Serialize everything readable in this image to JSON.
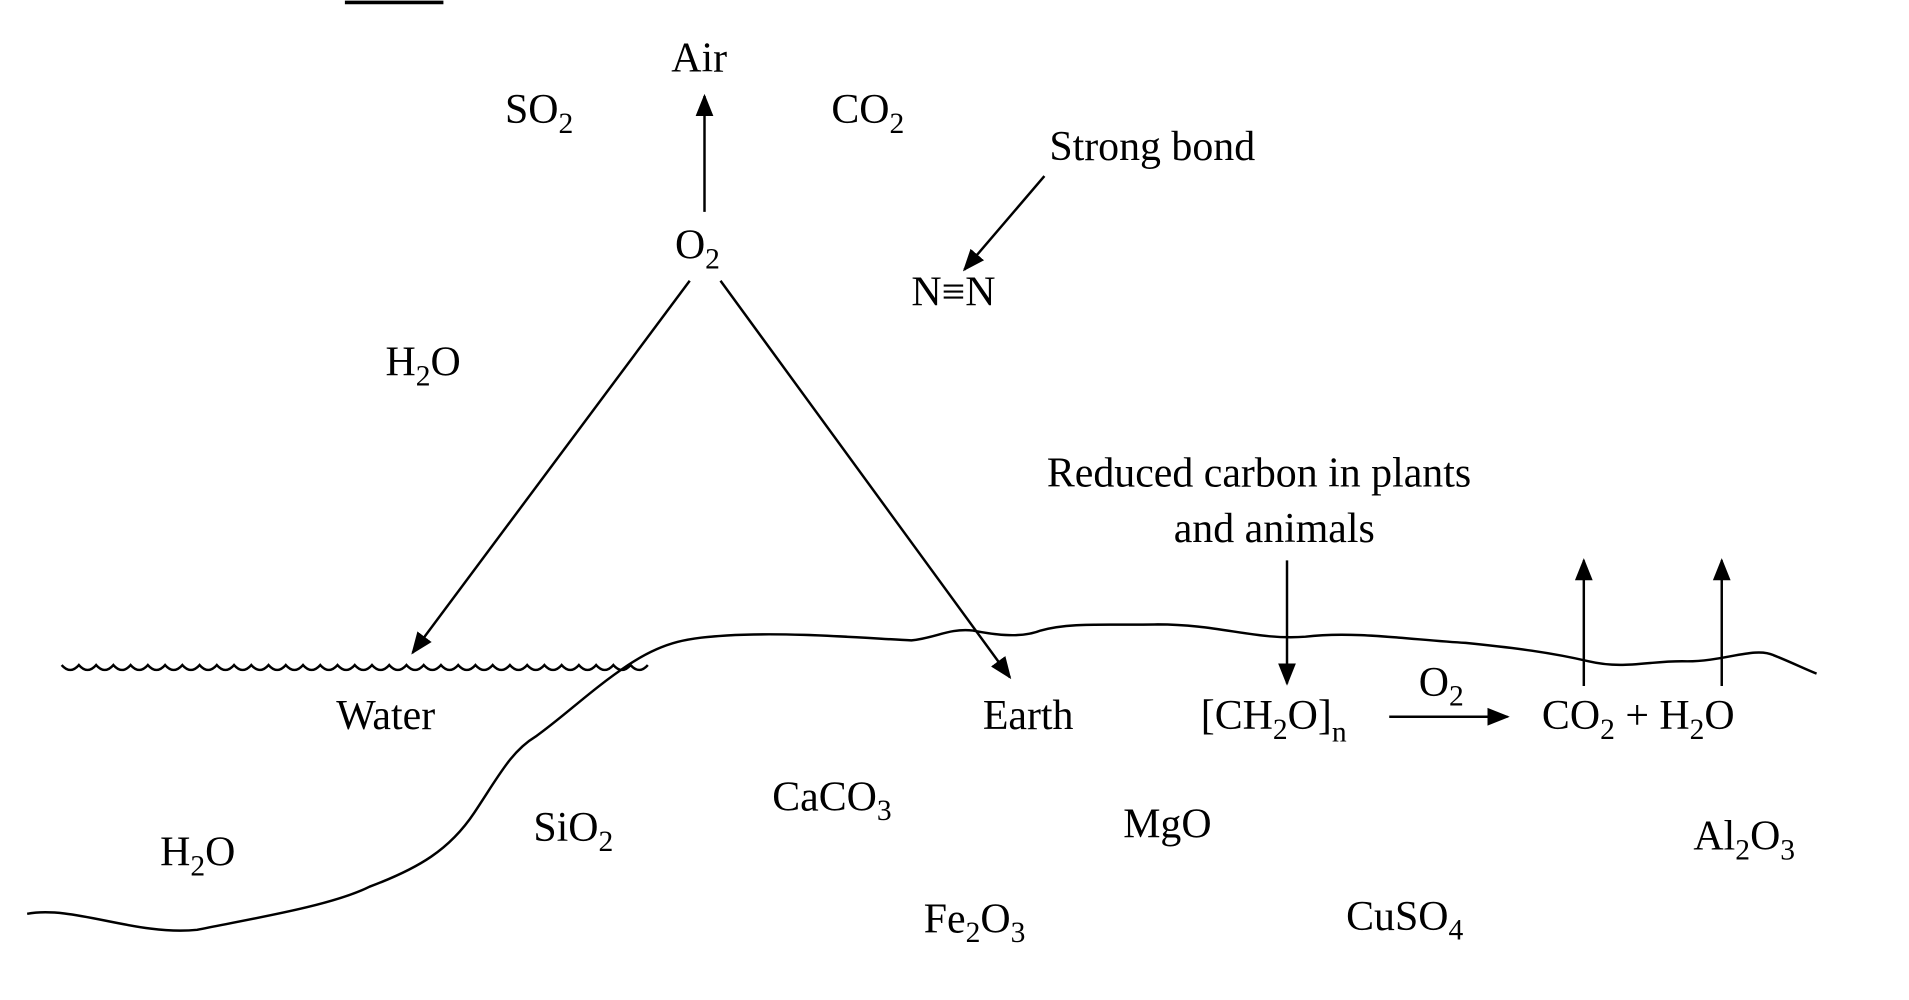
{
  "labels": {
    "air": "Air",
    "so2": {
      "main": "SO",
      "sub": "2"
    },
    "co2_air": {
      "main": "CO",
      "sub": "2"
    },
    "strong_bond": "Strong bond",
    "o2_top": {
      "main": "O",
      "sub": "2"
    },
    "n2": "N≡N",
    "h2o_air": {
      "main": "H",
      "sub": "2",
      "rest": "O"
    },
    "reduced_carbon_line1": "Reduced carbon in plants",
    "reduced_carbon_line2": "and animals",
    "water": "Water",
    "earth": "Earth",
    "ch2o": {
      "a": "[CH",
      "b": "2",
      "c": "O]",
      "d": "n"
    },
    "o2_reaction": {
      "main": "O",
      "sub": "2"
    },
    "products": {
      "a": "CO",
      "b": "2",
      "c": " + H",
      "d": "2",
      "e": "O"
    },
    "sio2": {
      "main": "SiO",
      "sub": "2"
    },
    "caco3": {
      "main": "CaCO",
      "sub": "3"
    },
    "mgo": "MgO",
    "al2o3": {
      "a": "Al",
      "b": "2",
      "c": "O",
      "d": "3"
    },
    "h2o_sea": {
      "main": "H",
      "sub": "2",
      "rest": "O"
    },
    "fe2o3": {
      "a": "Fe",
      "b": "2",
      "c": "O",
      "d": "3"
    },
    "cuso4": {
      "main": "CuSO",
      "sub": "4"
    }
  }
}
